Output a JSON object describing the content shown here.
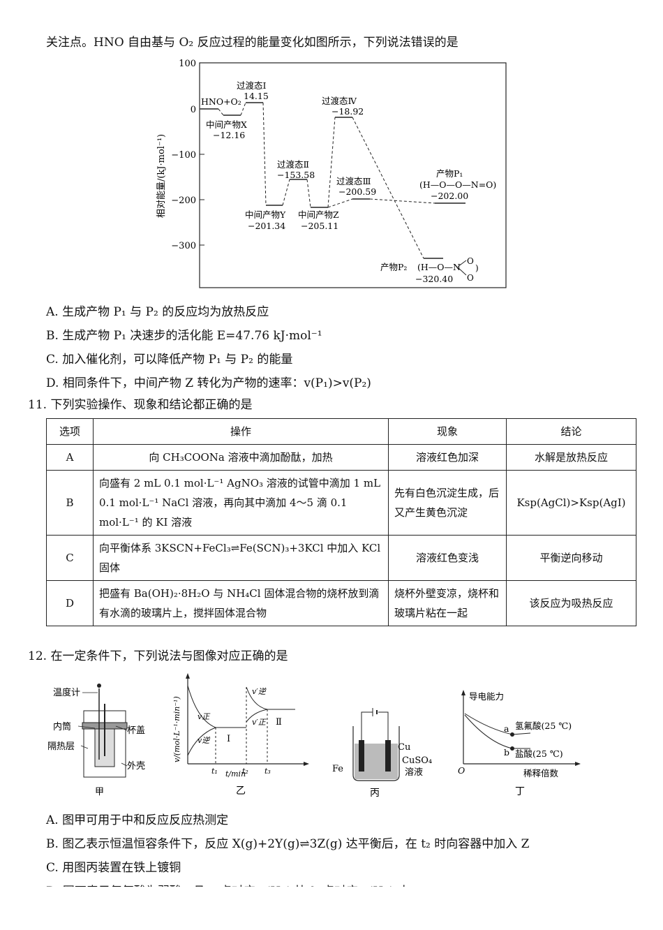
{
  "top_line": "关注点。HNO 自由基与 O₂ 反应过程的能量变化如图所示，下列说法错误的是",
  "energy_chart": {
    "ylabel": "相对能量/(kJ·mol⁻¹)",
    "yticks": [
      "100",
      "0",
      "−100",
      "−200",
      "−300"
    ],
    "labels": {
      "reactant": "HNO+O₂",
      "x_name": "中间产物X",
      "x_val": "−12.16",
      "ts1_name": "过渡态Ⅰ",
      "ts1_val": "14.15",
      "y_name": "中间产物Y",
      "y_val": "−201.34",
      "ts2_name": "过渡态Ⅱ",
      "ts2_val": "−153.58",
      "z_name": "中间产物Z",
      "z_val": "−205.11",
      "ts4_name": "过渡态Ⅳ",
      "ts4_val": "−18.92",
      "ts3_name": "过渡态Ⅲ",
      "ts3_val": "−200.59",
      "p1_name": "产物P₁",
      "p1_formula": "(H—O—O—N=O)",
      "p1_val": "−202.00",
      "p2_name": "产物P₂",
      "p2_formula": "(H—O—N",
      "p2_val": "−320.40"
    }
  },
  "q10_options": [
    "A. 生成产物 P₁ 与 P₂ 的反应均为放热反应",
    "B. 生成产物 P₁ 决速步的活化能 E=47.76 kJ·mol⁻¹",
    "C. 加入催化剂，可以降低产物 P₁ 与 P₂ 的能量",
    "D. 相同条件下，中间产物 Z 转化为产物的速率：v(P₁)>v(P₂)"
  ],
  "q11": {
    "stem": "11. 下列实验操作、现象和结论都正确的是",
    "headers": [
      "选项",
      "操作",
      "现象",
      "结论"
    ],
    "rows": [
      {
        "opt": "A",
        "op": "向 CH₃COONa 溶液中滴加酚酞，加热",
        "ph": "溶液红色加深",
        "co": "水解是放热反应"
      },
      {
        "opt": "B",
        "op": "向盛有 2 mL 0.1 mol·L⁻¹ AgNO₃ 溶液的试管中滴加 1 mL 0.1 mol·L⁻¹ NaCl 溶液，再向其中滴加 4～5 滴 0.1 mol·L⁻¹ 的 KI 溶液",
        "ph": "先有白色沉淀生成，后又产生黄色沉淀",
        "co": "Ksp(AgCl)>Ksp(AgI)"
      },
      {
        "opt": "C",
        "op": "向平衡体系 3KSCN+FeCl₃⇌Fe(SCN)₃+3KCl 中加入 KCl 固体",
        "ph": "溶液红色变浅",
        "co": "平衡逆向移动"
      },
      {
        "opt": "D",
        "op": "把盛有 Ba(OH)₂·8H₂O 与 NH₄Cl 固体混合物的烧杯放到滴有水滴的玻璃片上，搅拌固体混合物",
        "ph": "烧杯外壁变凉，烧杯和玻璃片粘在一起",
        "co": "该反应为吸热反应"
      }
    ]
  },
  "q12": {
    "stem": "12. 在一定条件下，下列说法与图像对应正确的是",
    "fig_jia": {
      "caption": "甲",
      "thermo": "温度计",
      "inner": "内筒",
      "lid": "杯盖",
      "insul": "隔热层",
      "shell": "外壳"
    },
    "fig_yi": {
      "caption": "乙",
      "ylabel": "v/(mol·L⁻¹·min⁻¹)",
      "xlabel": "t/min",
      "v_fwd": "v正",
      "v_rev": "v逆",
      "v_fwd2": "v′正",
      "v_rev2": "v′逆",
      "r1": "Ⅰ",
      "r2": "Ⅱ",
      "t1": "t₁",
      "t2": "t₂",
      "t3": "t₃"
    },
    "fig_bing": {
      "caption": "丙",
      "fe": "Fe",
      "cu": "Cu",
      "sol1": "CuSO₄",
      "sol2": "溶液"
    },
    "fig_ding": {
      "caption": "丁",
      "ylabel": "导电能力",
      "xlabel": "稀释倍数",
      "origin": "O",
      "a": "a",
      "b": "b",
      "hf": "氢氟酸(25 ℃)",
      "hcl": "盐酸(25 ℃)"
    },
    "options": [
      "A. 图甲可用于中和反应反应热测定",
      "B. 图乙表示恒温恒容条件下，反应 X(g)+2Y(g)⇌3Z(g) 达平衡后，在 t₂ 时向容器中加入 Z",
      "C. 用图丙装置在铁上镀铜",
      "D. 图丁表示氢氟酸为弱酸，且 a 点对应 c(H⁺) 比 b 点对应 c(H⁺) 大"
    ]
  }
}
